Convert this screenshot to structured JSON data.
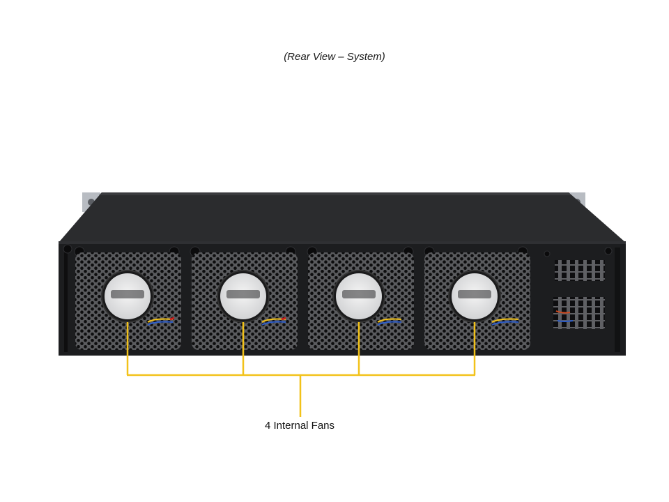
{
  "caption": "(Rear View – System)",
  "callout": {
    "label": "4 Internal Fans",
    "color": "#F2C21A"
  },
  "chassis": {
    "body_color": "#1c1d1f",
    "top_color": "#2b2c2e",
    "ear_color": "#b8bcc2",
    "fan_count": 4,
    "fan_icon": "fan-icon"
  }
}
